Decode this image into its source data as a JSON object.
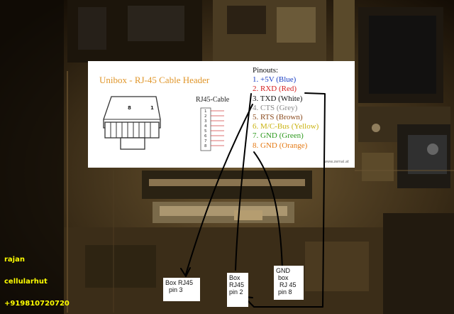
{
  "panel": {
    "title": "Unibox - RJ-45 Cable Header",
    "cable_label": "RJ45-Cable",
    "plug_numbers": [
      "8",
      "1"
    ],
    "pin_numbers": [
      "1",
      "2",
      "3",
      "4",
      "5",
      "6",
      "7",
      "8"
    ],
    "watermark": "www.zemal.at"
  },
  "pinouts": {
    "heading": "Pinouts:",
    "items": [
      {
        "text": "1. +5V (Blue)",
        "color": "#1a3fc4"
      },
      {
        "text": "2. RXD (Red)",
        "color": "#d42020"
      },
      {
        "text": "3. TXD (White)",
        "color": "#111111"
      },
      {
        "text": "4. CTS (Grey)",
        "color": "#8a8a8a"
      },
      {
        "text": "5. RTS (Brown)",
        "color": "#8a4a1c"
      },
      {
        "text": "6. M/C-Bus (Yellow)",
        "color": "#c9b20e"
      },
      {
        "text": "7. GND (Green)",
        "color": "#2e9a1e"
      },
      {
        "text": "8. GND (Orange)",
        "color": "#e57a14"
      }
    ]
  },
  "tags": {
    "tag1": [
      "Box RJ45",
      "pin 3"
    ],
    "tag2": [
      "Box",
      "RJ45",
      "pin 2"
    ],
    "tag3": [
      "GND",
      "box",
      "RJ 45",
      "pin 8"
    ]
  },
  "credits": {
    "name": "rajan",
    "shop": "cellularhut",
    "phone": "+919810720720"
  }
}
